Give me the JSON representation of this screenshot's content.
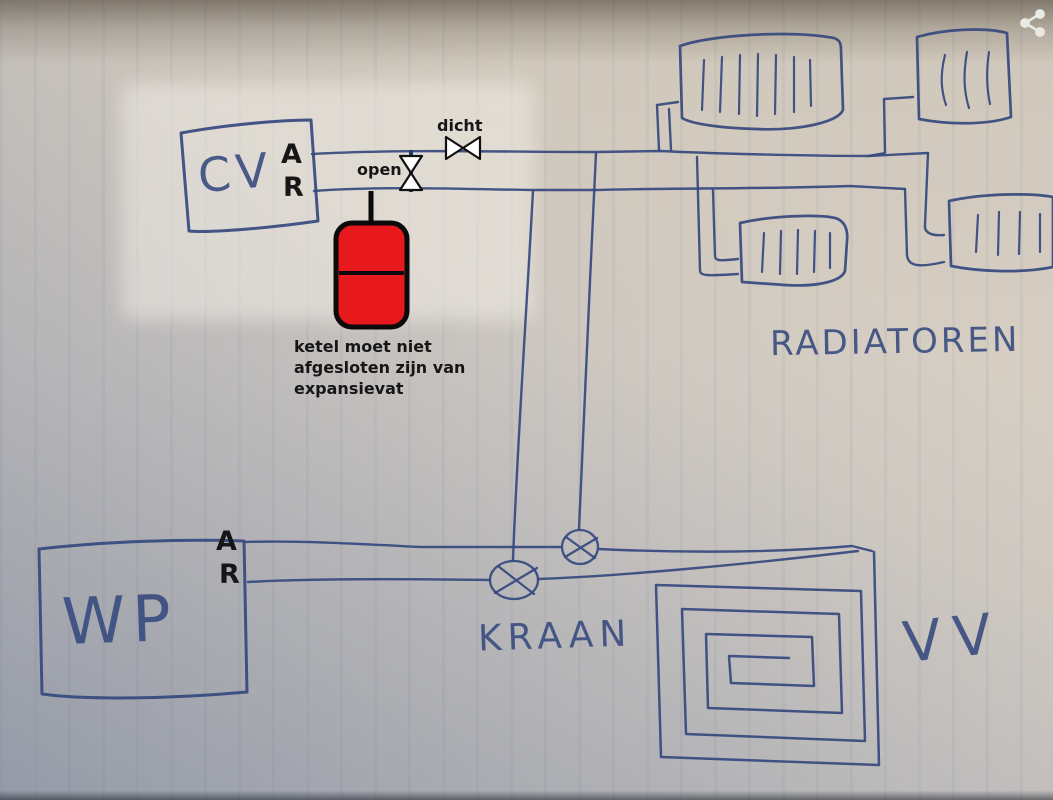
{
  "colors": {
    "ink": "#35497e",
    "annotation_black": "#161616",
    "vessel_fill": "#e8191d",
    "vessel_stroke": "#0a0a0a",
    "valve_fill": "#ffffff",
    "valve_stroke": "#111111",
    "valve_stub": "#1d3a6e",
    "share_icon": "#e9e9e6",
    "paper": "#d6cec3"
  },
  "sketch": {
    "cv_unit": {
      "label": "CV",
      "supply_port": "A",
      "return_port": "R"
    },
    "wp_unit": {
      "label": "WP",
      "supply_port": "A",
      "return_port": "R"
    },
    "valves": {
      "closed_valve_label": "dicht",
      "open_valve_label": "open",
      "shutoff_valves_label": "KRAAN"
    },
    "expansion_vessel": {
      "note": "ketel moet niet\nafgesloten zijn van\nexpansievat"
    },
    "radiators_label": "RADIATOREN",
    "floor_heating_label": "VV"
  },
  "viewer": {
    "share_icon_name": "share"
  }
}
